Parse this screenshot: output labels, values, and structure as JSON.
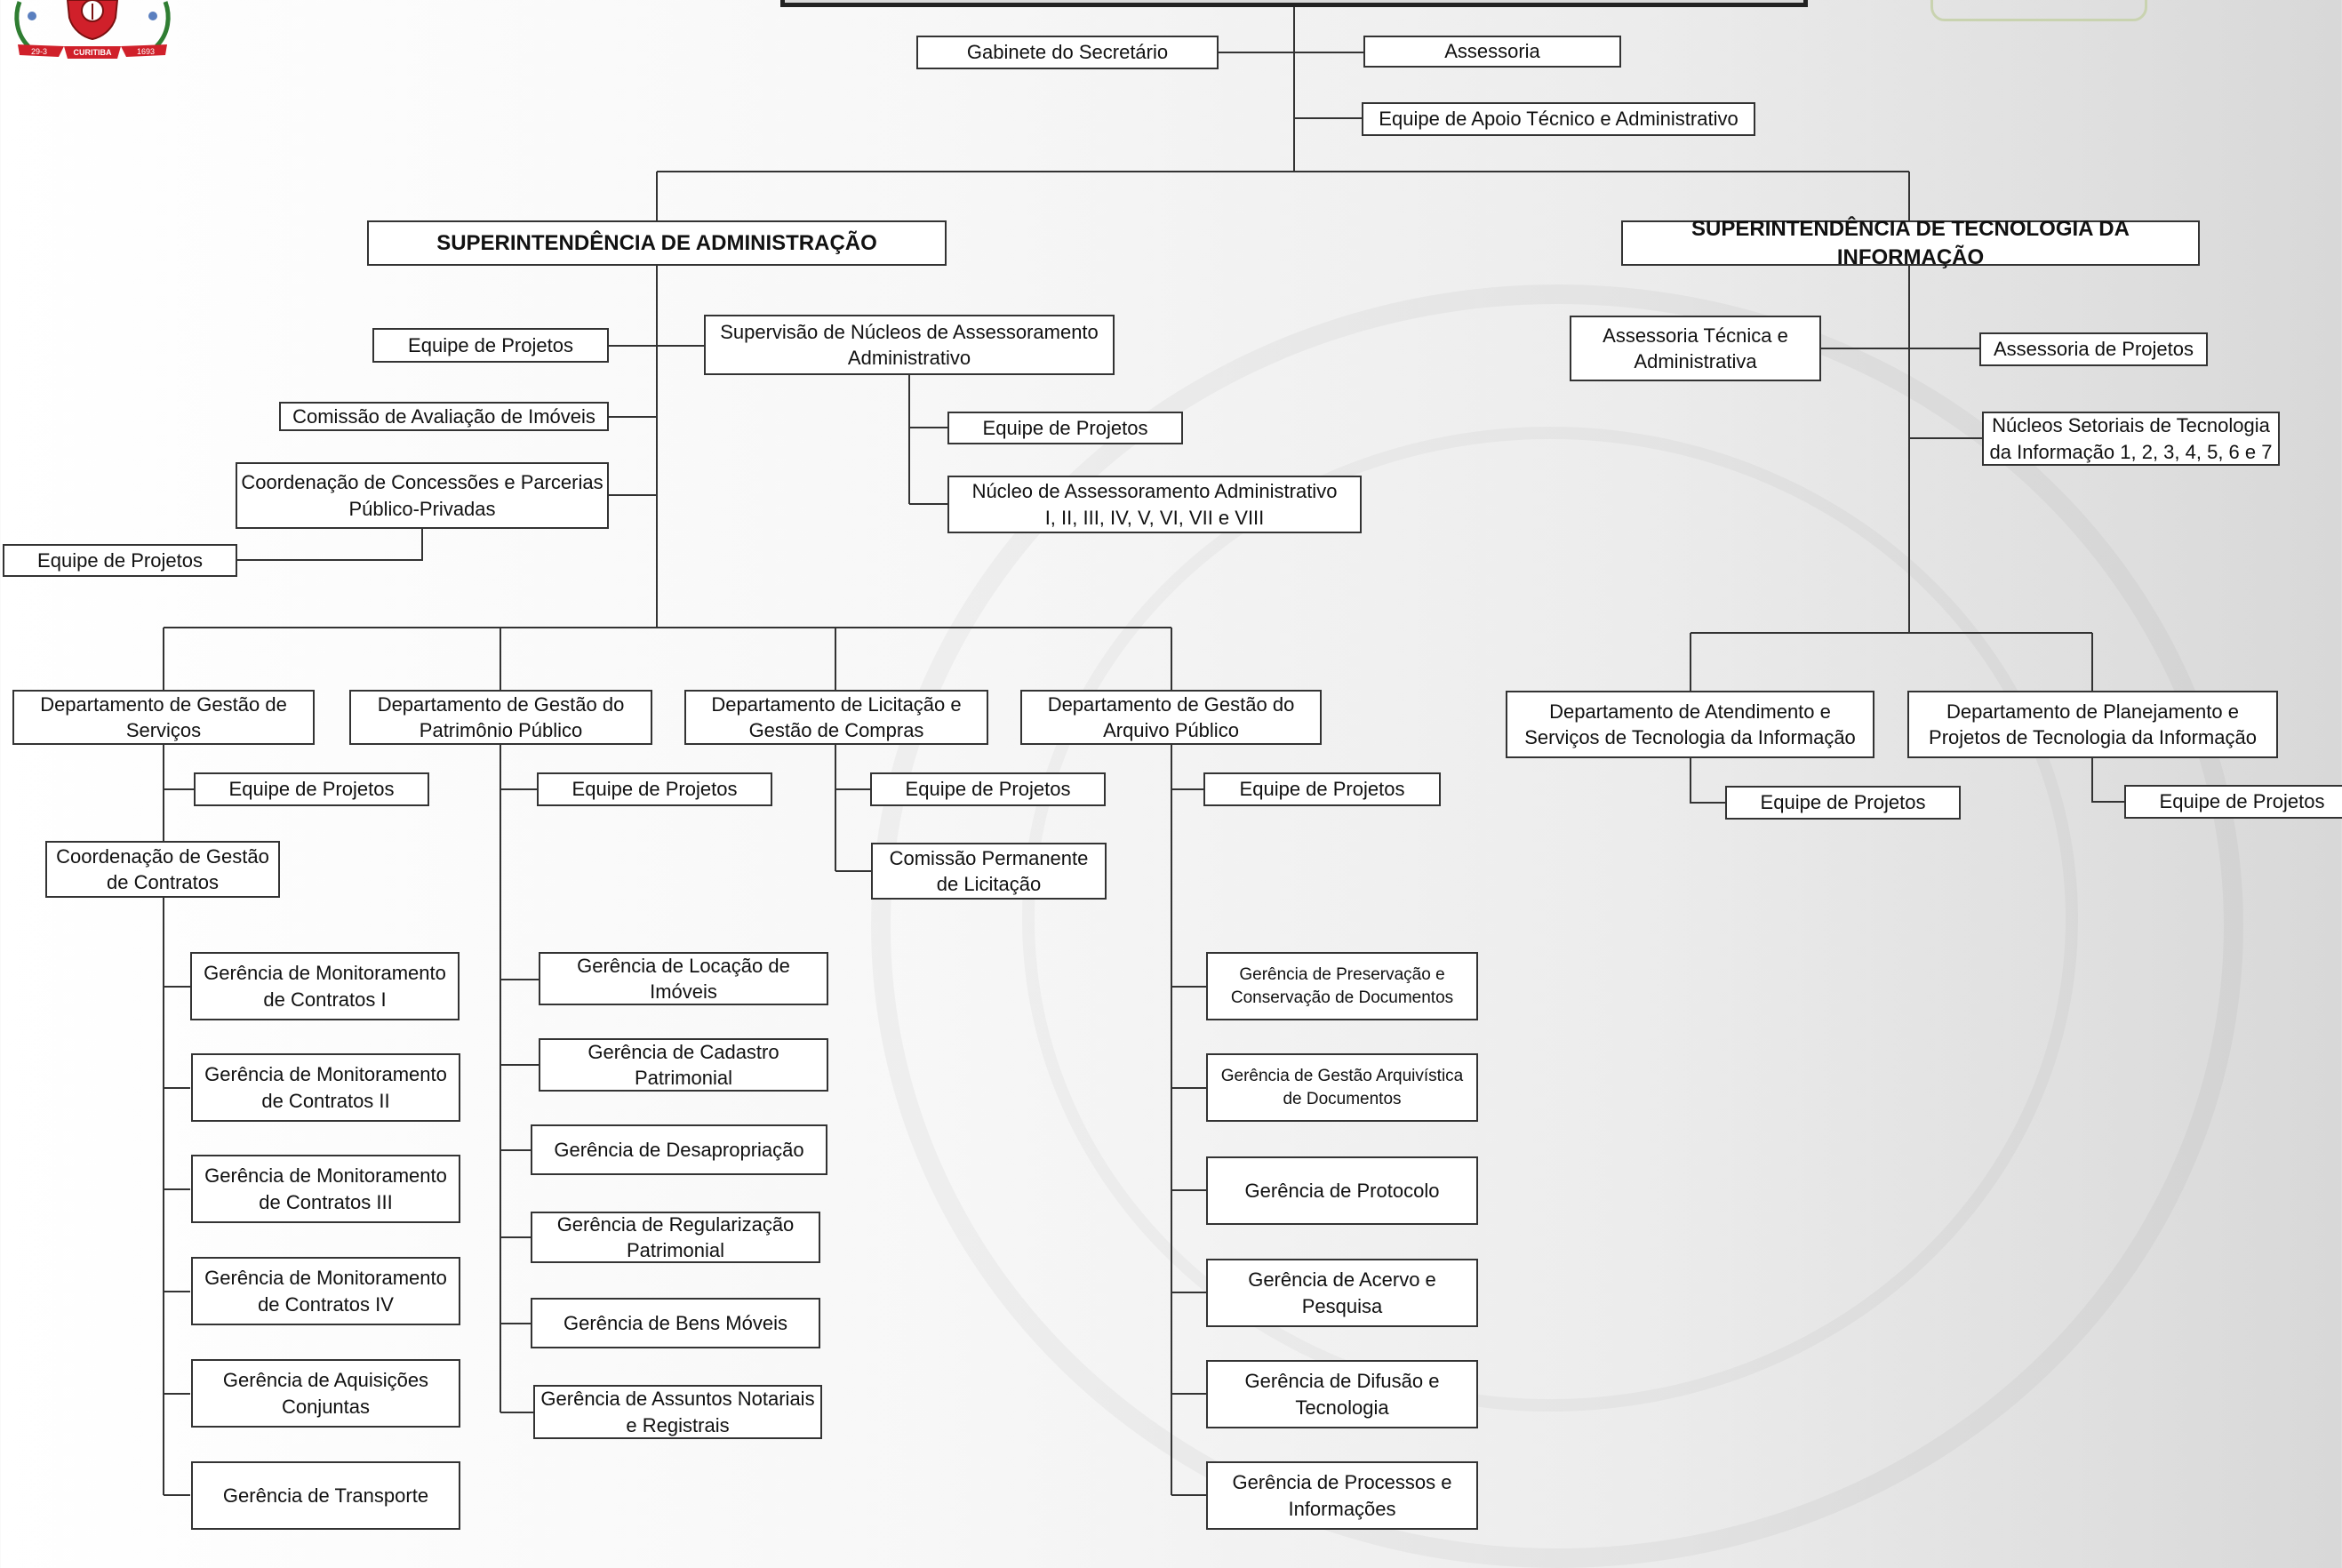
{
  "logo": {
    "left": "29-3",
    "center": "CURITIBA",
    "right": "1693"
  },
  "top": {
    "gabinete": "Gabinete do Secretário",
    "assessoria": "Assessoria",
    "equipe_apoio": "Equipe de Apoio Técnico e Administrativo"
  },
  "sa": {
    "title": "SUPERINTENDÊNCIA DE ADMINISTRAÇÃO",
    "equipe_projetos": "Equipe de Projetos",
    "comissao_imoveis": "Comissão de Avaliação de Imóveis",
    "coord_concessoes": "Coordenação de Concessões e Parcerias Público-Privadas",
    "coord_equipe": "Equipe de Projetos",
    "supervisao": "Supervisão de Núcleos de Assessoramento Administrativo",
    "sup_equipe": "Equipe de Projetos",
    "nucleo_l1": "Núcleo de Assessoramento Administrativo",
    "nucleo_l2": "I, II, III, IV, V, VI, VII e VIII",
    "dgs": {
      "title": "Departamento de Gestão de Serviços",
      "equipe": "Equipe de Projetos",
      "coord": "Coordenação de Gestão de Contratos",
      "items": [
        "Gerência de Monitoramento de Contratos I",
        "Gerência de Monitoramento de Contratos II",
        "Gerência de Monitoramento de Contratos III",
        "Gerência de Monitoramento de Contratos IV",
        "Gerência de Aquisições Conjuntas",
        "Gerência de Transporte"
      ]
    },
    "dgp": {
      "title": "Departamento de Gestão do Patrimônio Público",
      "equipe": "Equipe de Projetos",
      "items": [
        "Gerência de Locação de Imóveis",
        "Gerência de Cadastro Patrimonial",
        "Gerência de Desapropriação",
        "Gerência de Regularização Patrimonial",
        "Gerência de Bens Móveis",
        "Gerência de Assuntos Notariais e Registrais"
      ]
    },
    "dlc": {
      "title": "Departamento de Licitação e Gestão de Compras",
      "equipe": "Equipe de Projetos",
      "comissao": "Comissão Permanente de Licitação"
    },
    "dga": {
      "title": "Departamento de Gestão do Arquivo Público",
      "equipe": "Equipe de Projetos",
      "items": [
        "Gerência de  Preservação e Conservação de Documentos",
        "Gerência de Gestão Arquivística de Documentos",
        "Gerência de Protocolo",
        "Gerência de Acervo e Pesquisa",
        "Gerência de Difusão e Tecnologia",
        "Gerência de Processos e Informações"
      ]
    }
  },
  "sti": {
    "title": "SUPERINTENDÊNCIA DE TECNOLOGIA DA INFORMAÇÃO",
    "assessoria_tecnica": "Assessoria Técnica e Administrativa",
    "assessoria_projetos": "Assessoria de Projetos",
    "nucleos": "Núcleos Setoriais de Tecnologia da Informação 1, 2, 3, 4, 5, 6 e 7",
    "dat": {
      "title": "Departamento de Atendimento e Serviços de Tecnologia da Informação",
      "equipe": "Equipe de Projetos"
    },
    "dpp": {
      "title": "Departamento de Planejamento e Projetos de Tecnologia da Informação",
      "equipe": "Equipe de Projetos"
    }
  },
  "colors": {
    "line": "#333333",
    "border": "#333333",
    "box": "#ffffff",
    "seal_red": "#d0202a",
    "seal_green": "#2f7d32"
  }
}
